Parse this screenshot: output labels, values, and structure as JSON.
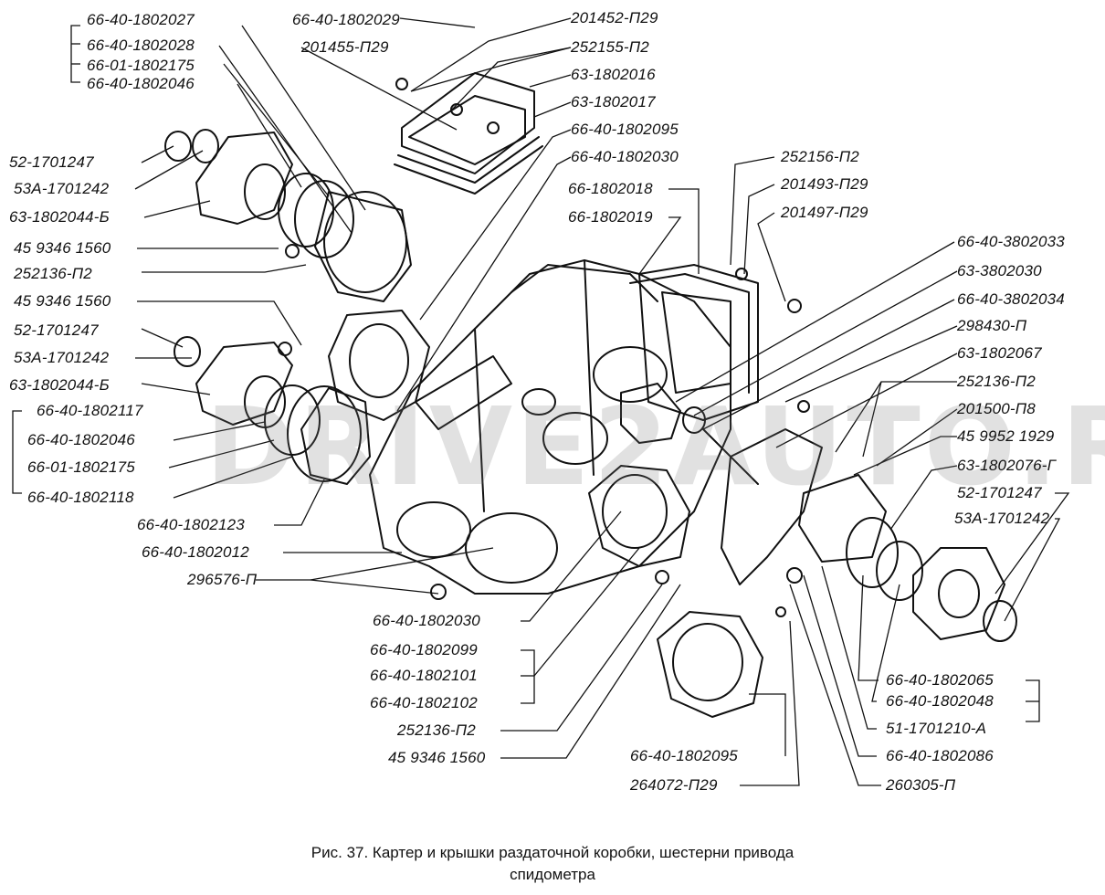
{
  "watermark": "DRIVE2AUTO.RU",
  "caption": {
    "line1": "Рис. 37.  Картер и крышки раздаточной коробки, шестерни привода",
    "line2": "спидометра"
  },
  "labels_left": [
    "66-40-1802027",
    "66-40-1802028",
    "66-01-1802175",
    "66-40-1802046",
    "52-1701247",
    "53А-1701242",
    "63-1802044-Б",
    "45 9346 1560",
    "252136-П2",
    "45 9346 1560",
    "52-1701247",
    "53А-1701242",
    "63-1802044-Б",
    "66-40-1802117",
    "66-40-1802046",
    "66-01-1802175",
    "66-40-1802118",
    "66-40-1802123",
    "66-40-1802012",
    "296576-П"
  ],
  "labels_top_center": [
    "66-40-1802029",
    "201455-П29"
  ],
  "labels_top_right": [
    "201452-П29",
    "252155-П2",
    "63-1802016",
    "63-1802017",
    "66-40-1802095",
    "66-40-1802030",
    "66-1802018",
    "66-1802019"
  ],
  "labels_right": [
    "252156-П2",
    "201493-П29",
    "201497-П29",
    "66-40-3802033",
    "63-3802030",
    "66-40-3802034",
    "298430-П",
    "63-1802067",
    "252136-П2",
    "201500-П8",
    "45 9952 1929",
    "63-1802076-Г",
    "52-1701247",
    "53А-1701242"
  ],
  "labels_bottom_center": [
    "66-40-1802030",
    "66-40-1802099",
    "66-40-1802101",
    "66-40-1802102",
    "252136-П2",
    "45 9346 1560"
  ],
  "labels_bottom_right": [
    "66-40-1802095",
    "264072-П29",
    "66-40-1802065",
    "66-40-1802048",
    "51-1701210-А",
    "66-40-1802086",
    "260305-П"
  ]
}
